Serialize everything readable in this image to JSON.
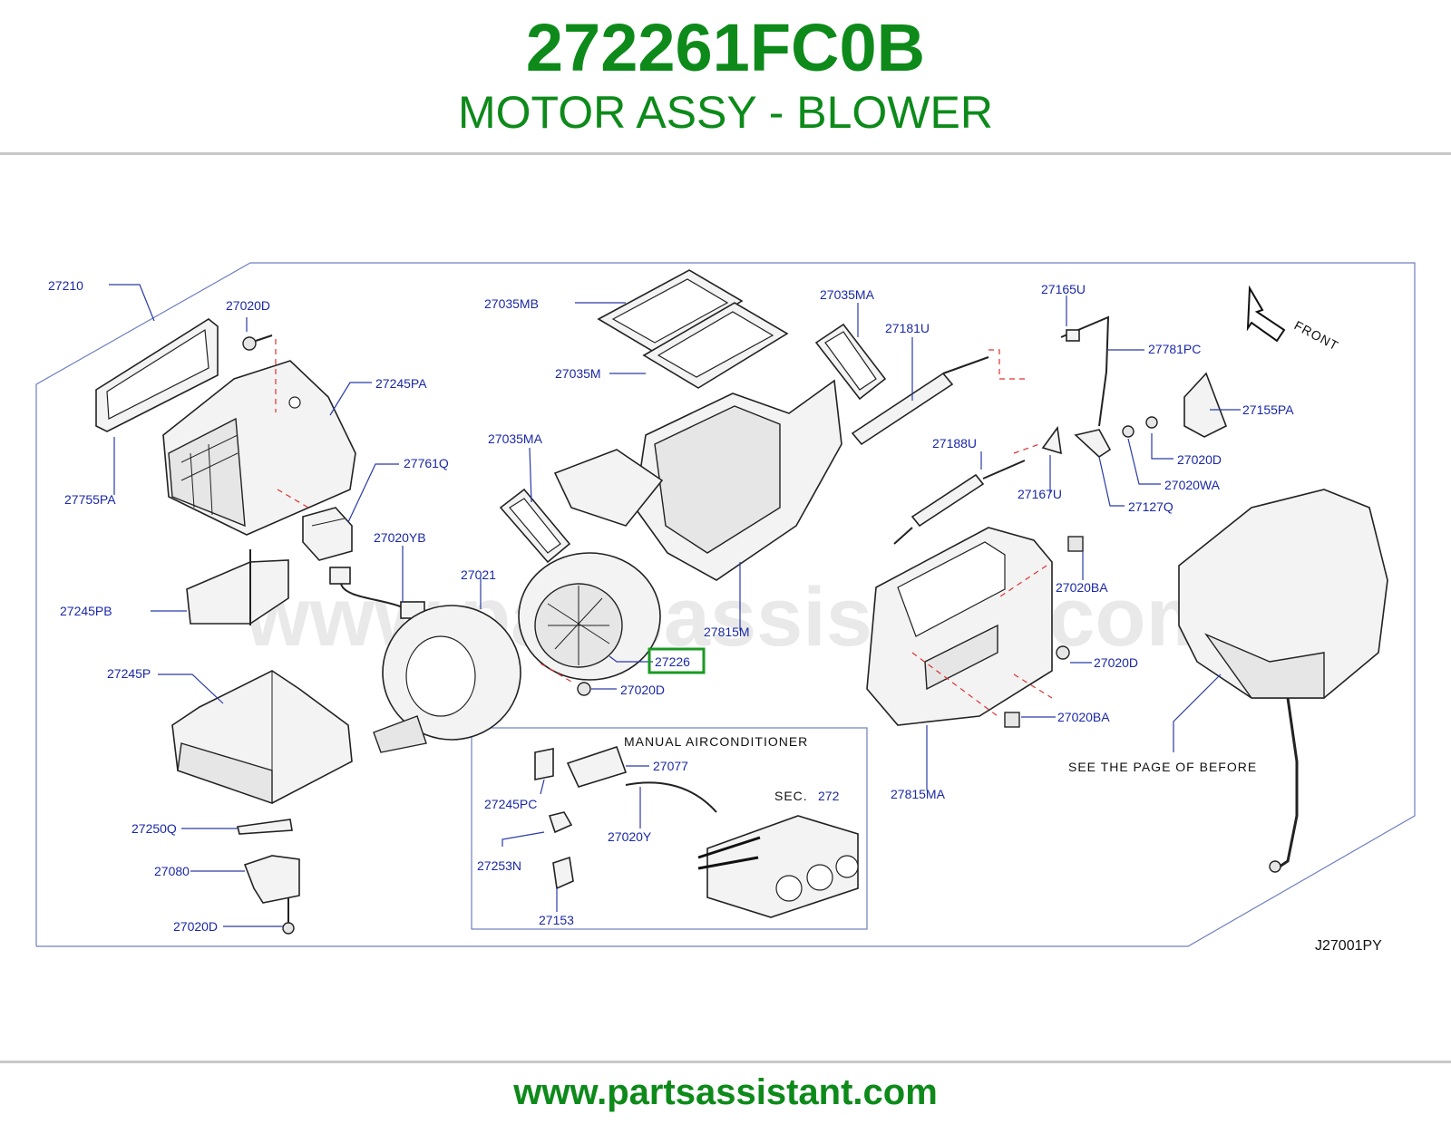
{
  "header": {
    "part_number": "272261FC0B",
    "part_name": "MOTOR ASSY - BLOWER"
  },
  "footer": {
    "url": "www.partsassistant.com"
  },
  "diagram": {
    "watermark": "www.partsassistant.com",
    "figure_code": "J27001PY",
    "front_label": "FRONT",
    "inset_title": "MANUAL   AIRCONDITIONER",
    "sec_prefix": "SEC.",
    "sec_number": "272",
    "see_note": "SEE  THE  PAGE  OF  BEFORE",
    "highlight_color": "#1a9a22",
    "highlighted_part": "27226",
    "callouts": [
      "27210",
      "27020D",
      "27245PA",
      "27755PA",
      "27761Q",
      "27020YB",
      "27245PB",
      "27245P",
      "27250Q",
      "27080",
      "27020D",
      "27035MB",
      "27035M",
      "27035MA",
      "27021",
      "27226",
      "27020D",
      "27815M",
      "27035MA",
      "27181U",
      "27165U",
      "27781PC",
      "27155PA",
      "27020D",
      "27020WA",
      "27127Q",
      "27188U",
      "27167U",
      "27020BA",
      "27020D",
      "27020BA",
      "27815MA",
      "27077",
      "27245PC",
      "27020Y",
      "27253N",
      "27153"
    ]
  }
}
